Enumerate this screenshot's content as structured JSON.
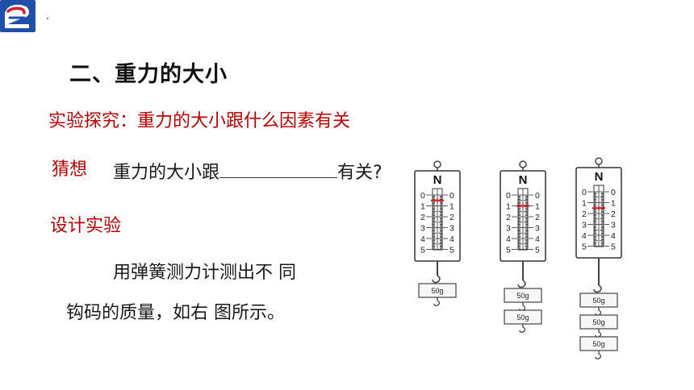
{
  "slide": {
    "title": "二、重力的大小",
    "subtitle": "实验探究：重力的大小跟什么因素有关",
    "guess_label": "猜想",
    "guess_before": "重力的大小跟",
    "guess_after": "有关?",
    "design_label": "设计实验",
    "body_line1": "用弹簧测力计测出不 同",
    "body_line2": "钩码的质量，如右 图所示。"
  },
  "scales": {
    "unit_label": "N",
    "ticks": [
      "0",
      "1",
      "2",
      "3",
      "4",
      "5"
    ],
    "weight_label": "50g",
    "readings": [
      0.5,
      1.0,
      1.5
    ],
    "weight_counts": [
      1,
      2,
      3
    ]
  },
  "colors": {
    "accent_red": "#c00000",
    "logo_blue": "#1f4fa8",
    "logo_red": "#d21f2a",
    "pointer_red": "#d42020"
  },
  "icons": {
    "logo": "school-logo-icon"
  }
}
